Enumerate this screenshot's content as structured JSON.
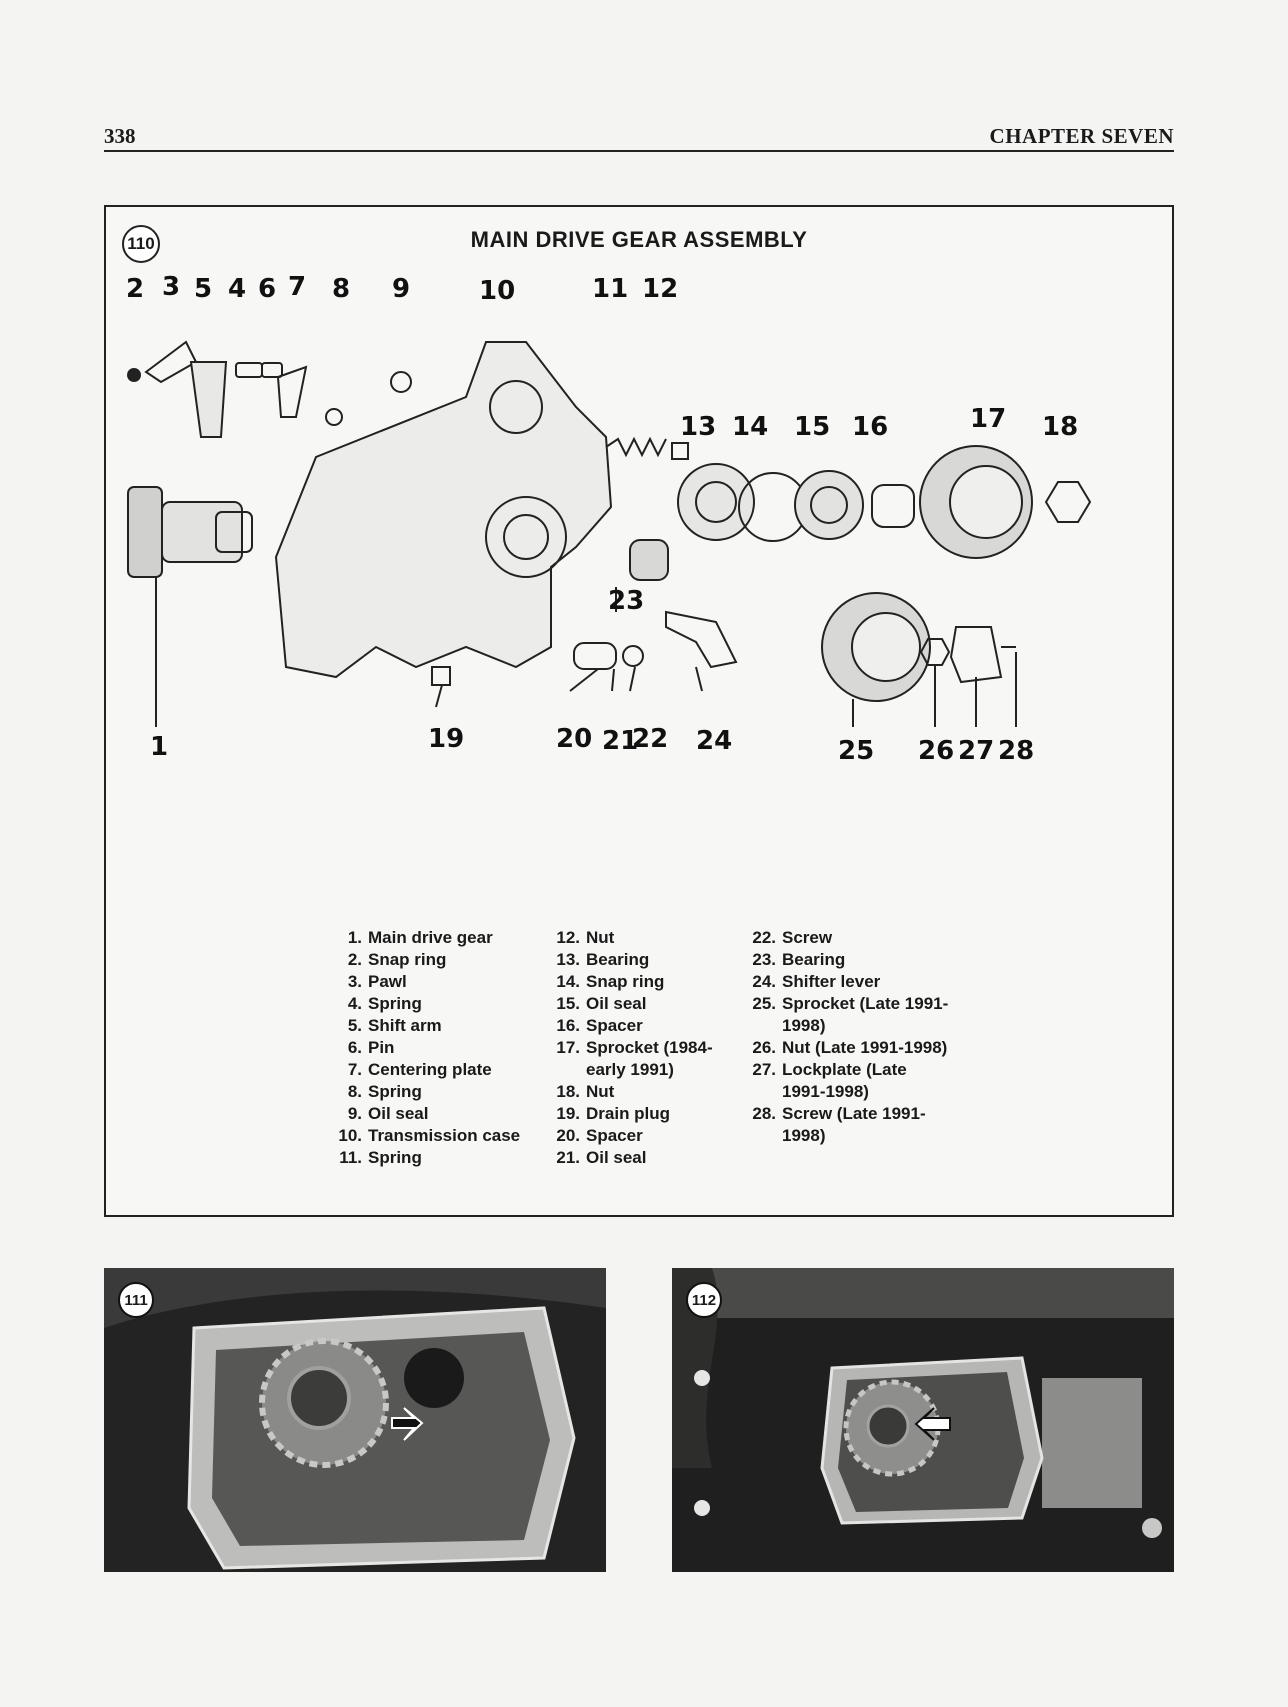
{
  "header": {
    "page_number": "338",
    "chapter": "CHAPTER SEVEN"
  },
  "figure110": {
    "badge": "110",
    "title": "MAIN DRIVE GEAR ASSEMBLY",
    "callouts": [
      "1",
      "2",
      "3",
      "4",
      "5",
      "6",
      "7",
      "8",
      "9",
      "10",
      "11",
      "12",
      "13",
      "14",
      "15",
      "16",
      "17",
      "18",
      "19",
      "20",
      "21",
      "22",
      "23",
      "24",
      "25",
      "26",
      "27",
      "28"
    ],
    "legend": [
      {
        "num": "1.",
        "label": "Main drive gear"
      },
      {
        "num": "2.",
        "label": "Snap ring"
      },
      {
        "num": "3.",
        "label": "Pawl"
      },
      {
        "num": "4.",
        "label": "Spring"
      },
      {
        "num": "5.",
        "label": "Shift arm"
      },
      {
        "num": "6.",
        "label": "Pin"
      },
      {
        "num": "7.",
        "label": "Centering plate"
      },
      {
        "num": "8.",
        "label": "Spring"
      },
      {
        "num": "9.",
        "label": "Oil seal"
      },
      {
        "num": "10.",
        "label": "Transmission case"
      },
      {
        "num": "11.",
        "label": "Spring"
      },
      {
        "num": "12.",
        "label": "Nut"
      },
      {
        "num": "13.",
        "label": "Bearing"
      },
      {
        "num": "14.",
        "label": "Snap ring"
      },
      {
        "num": "15.",
        "label": "Oil seal"
      },
      {
        "num": "16.",
        "label": "Spacer"
      },
      {
        "num": "17.",
        "label": "Sprocket (1984-\nearly 1991)"
      },
      {
        "num": "18.",
        "label": "Nut"
      },
      {
        "num": "19.",
        "label": "Drain plug"
      },
      {
        "num": "20.",
        "label": "Spacer"
      },
      {
        "num": "21.",
        "label": "Oil seal"
      },
      {
        "num": "22.",
        "label": "Screw"
      },
      {
        "num": "23.",
        "label": "Bearing"
      },
      {
        "num": "24.",
        "label": "Shifter lever"
      },
      {
        "num": "25.",
        "label": "Sprocket (Late 1991-\n1998)"
      },
      {
        "num": "26.",
        "label": "Nut (Late 1991-1998)"
      },
      {
        "num": "27.",
        "label": "Lockplate (Late\n1991-1998)"
      },
      {
        "num": "28.",
        "label": "Screw (Late 1991-\n1998)"
      }
    ]
  },
  "figure111": {
    "badge": "111"
  },
  "figure112": {
    "badge": "112"
  }
}
